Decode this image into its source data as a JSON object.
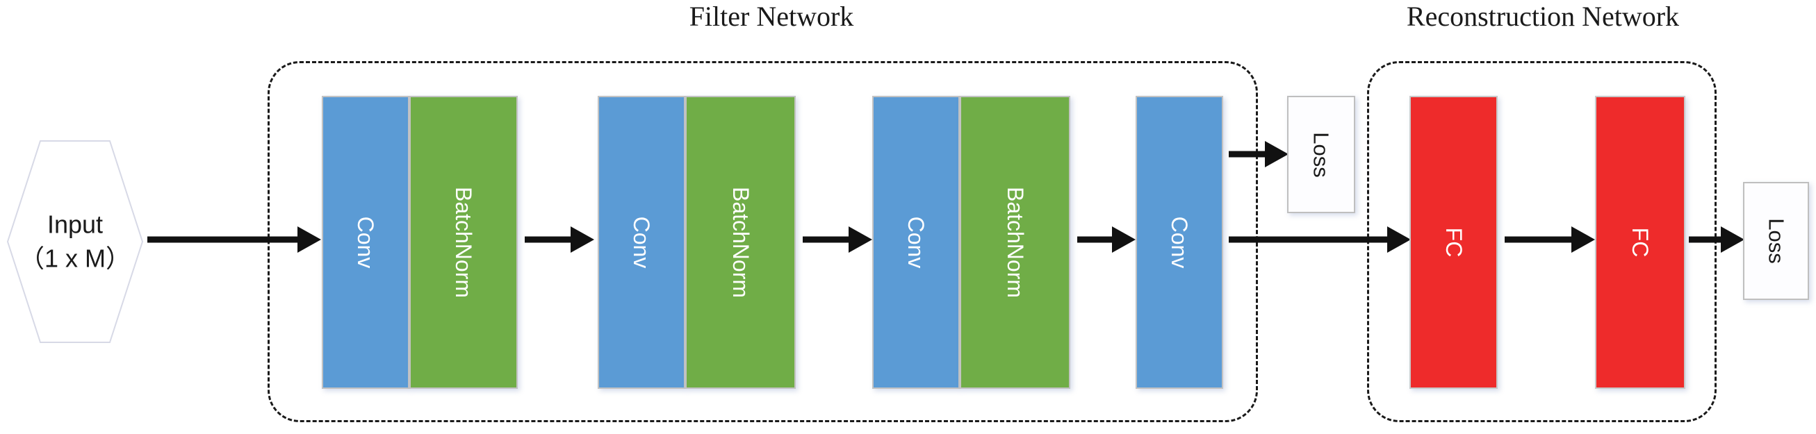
{
  "figure": {
    "type": "neural-network-architecture-diagram",
    "background_color": "#ffffff"
  },
  "groups": [
    {
      "id": "filter-network",
      "title": "Filter Network"
    },
    {
      "id": "reconstruction-network",
      "title": "Reconstruction Network"
    }
  ],
  "input_node": {
    "shape": "hexagon",
    "line1": "Input",
    "line2": "（1 x M）"
  },
  "colors": {
    "conv": "#5B9BD5",
    "batchnorm": "#70AD47",
    "fc": "#EE2B2B",
    "loss_fill": "#FDFDFF",
    "loss_border": "#BFBFBF",
    "arrow": "#111111",
    "dashed_border": "#1A1A1A",
    "text_light": "#FFFFFF",
    "text_dark": "#1A1A1A"
  },
  "blocks": {
    "conv1": {
      "label": "Conv"
    },
    "bnorm1": {
      "label": "BatchNorm"
    },
    "conv2": {
      "label": "Conv"
    },
    "bnorm2": {
      "label": "BatchNorm"
    },
    "conv3": {
      "label": "Conv"
    },
    "bnorm3": {
      "label": "BatchNorm"
    },
    "conv4": {
      "label": "Conv"
    },
    "loss1": {
      "label": "Loss"
    },
    "fc1": {
      "label": "FC"
    },
    "fc2": {
      "label": "FC"
    },
    "loss2": {
      "label": "Loss"
    }
  },
  "flow": {
    "sequence": [
      "Input（1 x M）",
      "Conv + BatchNorm",
      "Conv + BatchNorm",
      "Conv + BatchNorm",
      "Conv",
      "Loss",
      "FC",
      "FC",
      "Loss"
    ]
  }
}
